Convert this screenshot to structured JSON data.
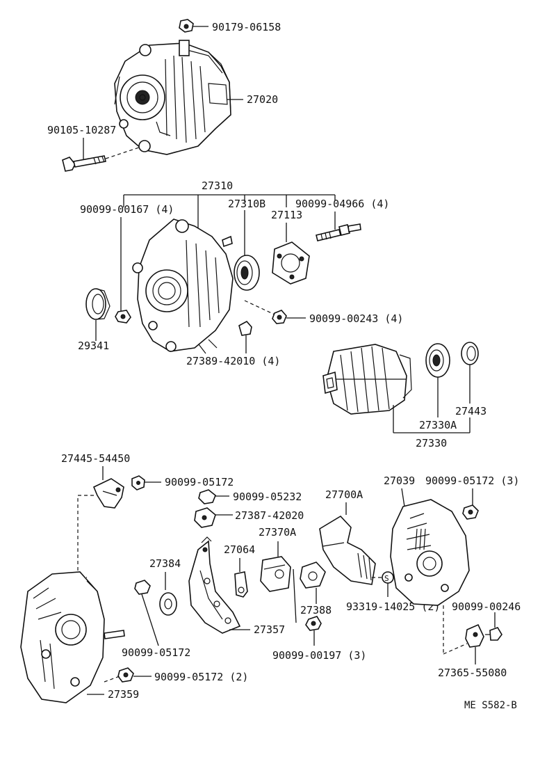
{
  "diagram": {
    "code": "ME S582-B",
    "labels": {
      "l90179": "90179-06158",
      "l27020": "27020",
      "l90105": "90105-10287",
      "l27310": "27310",
      "l90099_00167": "90099-00167 (4)",
      "l27310B": "27310B",
      "l90099_04966": "90099-04966 (4)",
      "l27113": "27113",
      "l90099_00243": "90099-00243 (4)",
      "l29341": "29341",
      "l27389": "27389-42010 (4)",
      "l27443": "27443",
      "l27330A": "27330A",
      "l27330": "27330",
      "l27445": "27445-54450",
      "l90099_05172a": "90099-05172",
      "l90099_05232": "90099-05232",
      "l27387": "27387-42020",
      "l27700A": "27700A",
      "l27039": "27039",
      "l90099_05172_3": "90099-05172 (3)",
      "l27370A": "27370A",
      "l27064": "27064",
      "l27384": "27384",
      "l27388": "27388",
      "l93319": "93319-14025 (2)",
      "l90099_00246": "90099-00246",
      "l27357": "27357",
      "l90099_05172b": "90099-05172",
      "l90099_00197": "90099-00197 (3)",
      "l90099_05172_2": "90099-05172 (2)",
      "l27359": "27359",
      "l27365": "27365-55080",
      "s_mark": "S"
    }
  }
}
